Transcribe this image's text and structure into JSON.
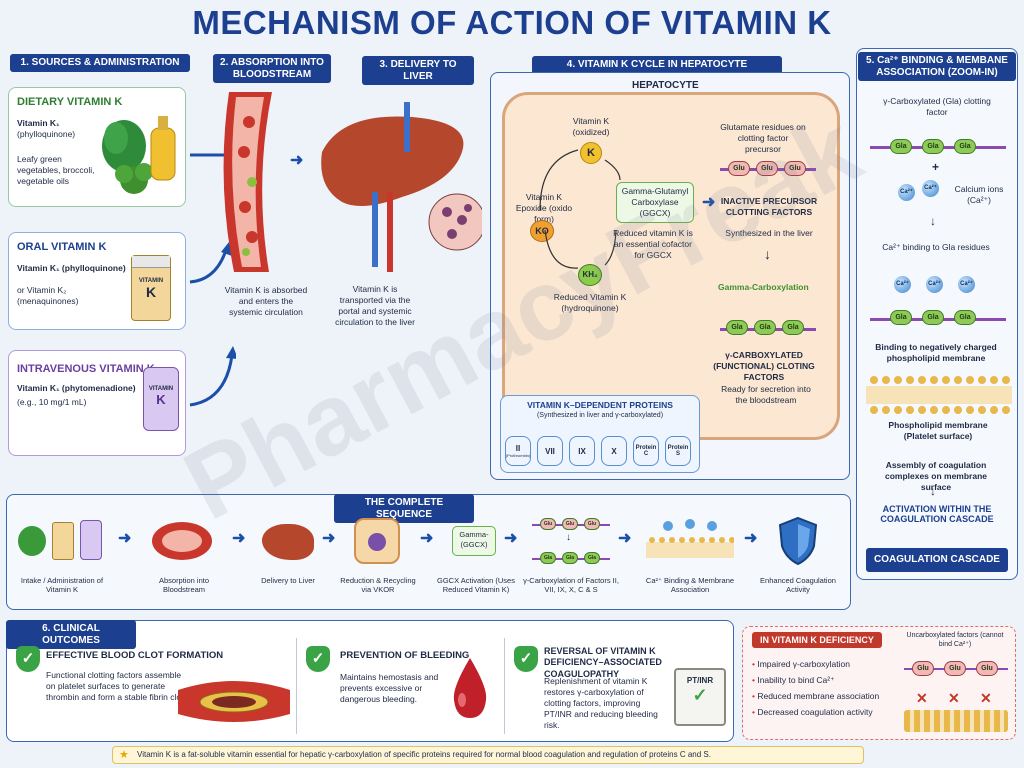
{
  "title": "MECHANISM OF ACTION OF VITAMIN K",
  "watermark": "PharmacyFreak",
  "sections": {
    "s1": "1. SOURCES & ADMINISTRATION",
    "s2": "2. ABSORPTION INTO BLOODSTREAM",
    "s3": "3. DELIVERY TO LIVER",
    "s4": "4. VITAMIN K CYCLE IN HEPATOCYTE",
    "s5": "5. Ca²⁺ BINDING & MEMBANE ASSOCIATION (ZOOM-IN)",
    "s6": "6. CLINICAL OUTCOMES",
    "seq": "THE COMPLETE SEQUENCE"
  },
  "sources": {
    "dietary": {
      "title": "DIETARY VITAMIN K",
      "line1": "Vitamin K₁",
      "line2": "(phylloquinone)",
      "desc": "Leafy green vegetables, broccoli, vegetable oils"
    },
    "oral": {
      "title": "ORAL VITAMIN K",
      "line1": "Vitamin K₁ (phylloquinone)",
      "line2": "or Vitamin K₂",
      "line3": "(menaquinones)",
      "bottle": "VITAMIN",
      "bottle_k": "K"
    },
    "iv": {
      "title": "INTRAVENOUS VITAMIN K",
      "line1": "Vitamin K₁ (phytomenadione)",
      "line2": "(e.g., 10 mg/1 mL)",
      "bag": "VITAMIN",
      "bag_k": "K"
    }
  },
  "absorption_text": "Vitamin K is absorbed and enters the systemic circulation",
  "delivery_text": "Vitamin K is transported via the portal and systemic circulation to the liver",
  "cycle": {
    "hepatocyte": "HEPATOCYTE",
    "vk_ox": "Vitamin K (oxidized)",
    "k": "K",
    "epoxide": "Vitamin K Epoxide (oxido form)",
    "ko": "KO",
    "ggcx": "Gamma-Glutamyl Carboxylase (GGCX)",
    "reduced_note": "Reduced vitamin K is an essential cofactor for GGCX",
    "kh2": "KH₂",
    "reduced": "Reduced Vitamin K (hydroquinone)",
    "glutamate": "Glutamate residues on clotting factor precursor",
    "glu": "Glu",
    "inactive": "INACTIVE PRECURSOR CLOTTING FACTORS",
    "synth": "Synthesized in the liver",
    "gamma": "Gamma-Carboxylation",
    "gla": "Gla",
    "functional": "γ-CARBOXYLATED (FUNCTIONAL) CLOTING FACTORS",
    "ready": "Ready for secretion into the bloodstream",
    "vkdp_title": "VITAMIN K–DEPENDENT PROTEINS",
    "vkdp_sub": "(Synthesized in liver and γ-carboxylated)",
    "proteins": [
      "II",
      "VII",
      "IX",
      "X",
      "Protein C",
      "Protein S"
    ],
    "prothrombin": "(Prothrombin)"
  },
  "zoom": {
    "gla_factor": "γ-Carboxylated (Gla) clotting factor",
    "gla": "Gla",
    "plus": "+",
    "ca": "Ca²⁺",
    "calcium": "Calcium ions (Ca²⁺)",
    "binding": "Ca²⁺ binding to Gla residues",
    "phospho": "Binding to negatively charged phospholipid membrane",
    "membrane": "Phospholipid membrane (Platelet surface)",
    "assembly": "Assembly of coagulation complexes on membrane surface",
    "activation": "ACTIVATION WITHIN THE COAGULATION CASCADE",
    "cascade": "COAGULATION CASCADE"
  },
  "sequence": [
    {
      "label": "Intake / Administration of Vitamin K"
    },
    {
      "label": "Absorption into Bloodstream"
    },
    {
      "label": "Delivery to Liver"
    },
    {
      "label": "Reduction & Recycling via VKOR"
    },
    {
      "label": "GGCX Activation (Uses Reduced Vitamin K)",
      "box": "Gamma-(GGCX)"
    },
    {
      "label": "γ-Carboxylation of Factors II, VII, IX, X, C & S"
    },
    {
      "label": "Ca²⁺ Binding & Membrane Association"
    },
    {
      "label": "Enhanced Coagulation Activity"
    }
  ],
  "outcomes": {
    "clot_title": "EFFECTIVE BLOOD CLOT FORMATION",
    "clot_text": "Functional clotting factors assemble on platelet surfaces to generate thrombin and form a stable fibrin clot.",
    "bleed_title": "PREVENTION OF BLEEDING",
    "bleed_text": "Maintains hemostasis and prevents excessive or dangerous bleeding.",
    "rev_title": "REVERSAL OF VITAMIN K DEFICIENCY–ASSOCIATED COAGULOPATHY",
    "rev_text": "Replenishment of vitamin K restores γ-carboxylation of clotting factors, improving PT/INR and reducing bleeding risk.",
    "ptinr": "PT/INR"
  },
  "deficiency": {
    "title": "IN VITAMIN K DEFICIENCY",
    "items": [
      "Impaired γ-carboxylation",
      "Inability to bind Ca²⁺",
      "Reduced membrane association",
      "Decreased coagulation activity"
    ],
    "uncarb": "Uncarboxylated factors (cannot bind Ca²⁺)",
    "glu": "Glu"
  },
  "footer": "Vitamin K is a fat-soluble vitamin essential for hepatic γ-carboxylation of specific proteins required for normal blood coagulation and regulation of proteins C and S.",
  "colors": {
    "accent": "#1c3f8f",
    "green": "#3aa346",
    "red": "#c0392b"
  }
}
